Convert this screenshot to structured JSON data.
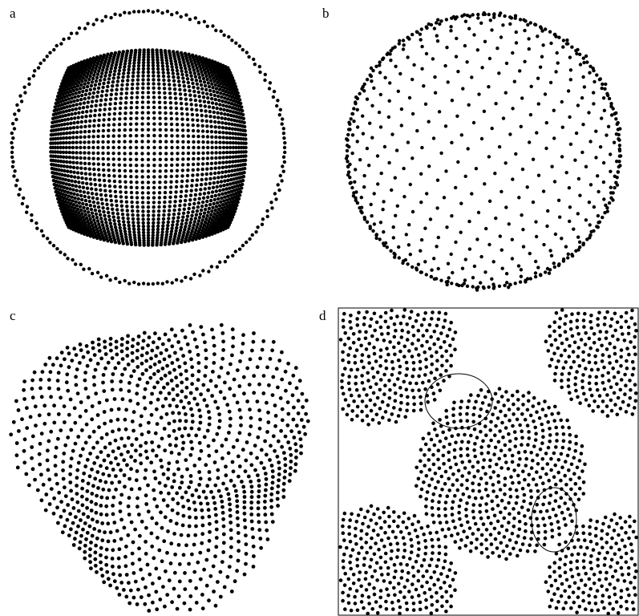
{
  "figure": {
    "panels": [
      {
        "id": "a",
        "label": "a",
        "kind": "sphere-ordered-lattice"
      },
      {
        "id": "b",
        "label": "b",
        "kind": "sphere-disordered"
      },
      {
        "id": "c",
        "label": "c",
        "kind": "spiral-disk"
      },
      {
        "id": "d",
        "label": "d",
        "kind": "periodic-cell-with-defects",
        "highlighted_defects": 2
      }
    ],
    "colors": {
      "point": "#000000",
      "background": "#ffffff",
      "frame": "#000000"
    }
  }
}
